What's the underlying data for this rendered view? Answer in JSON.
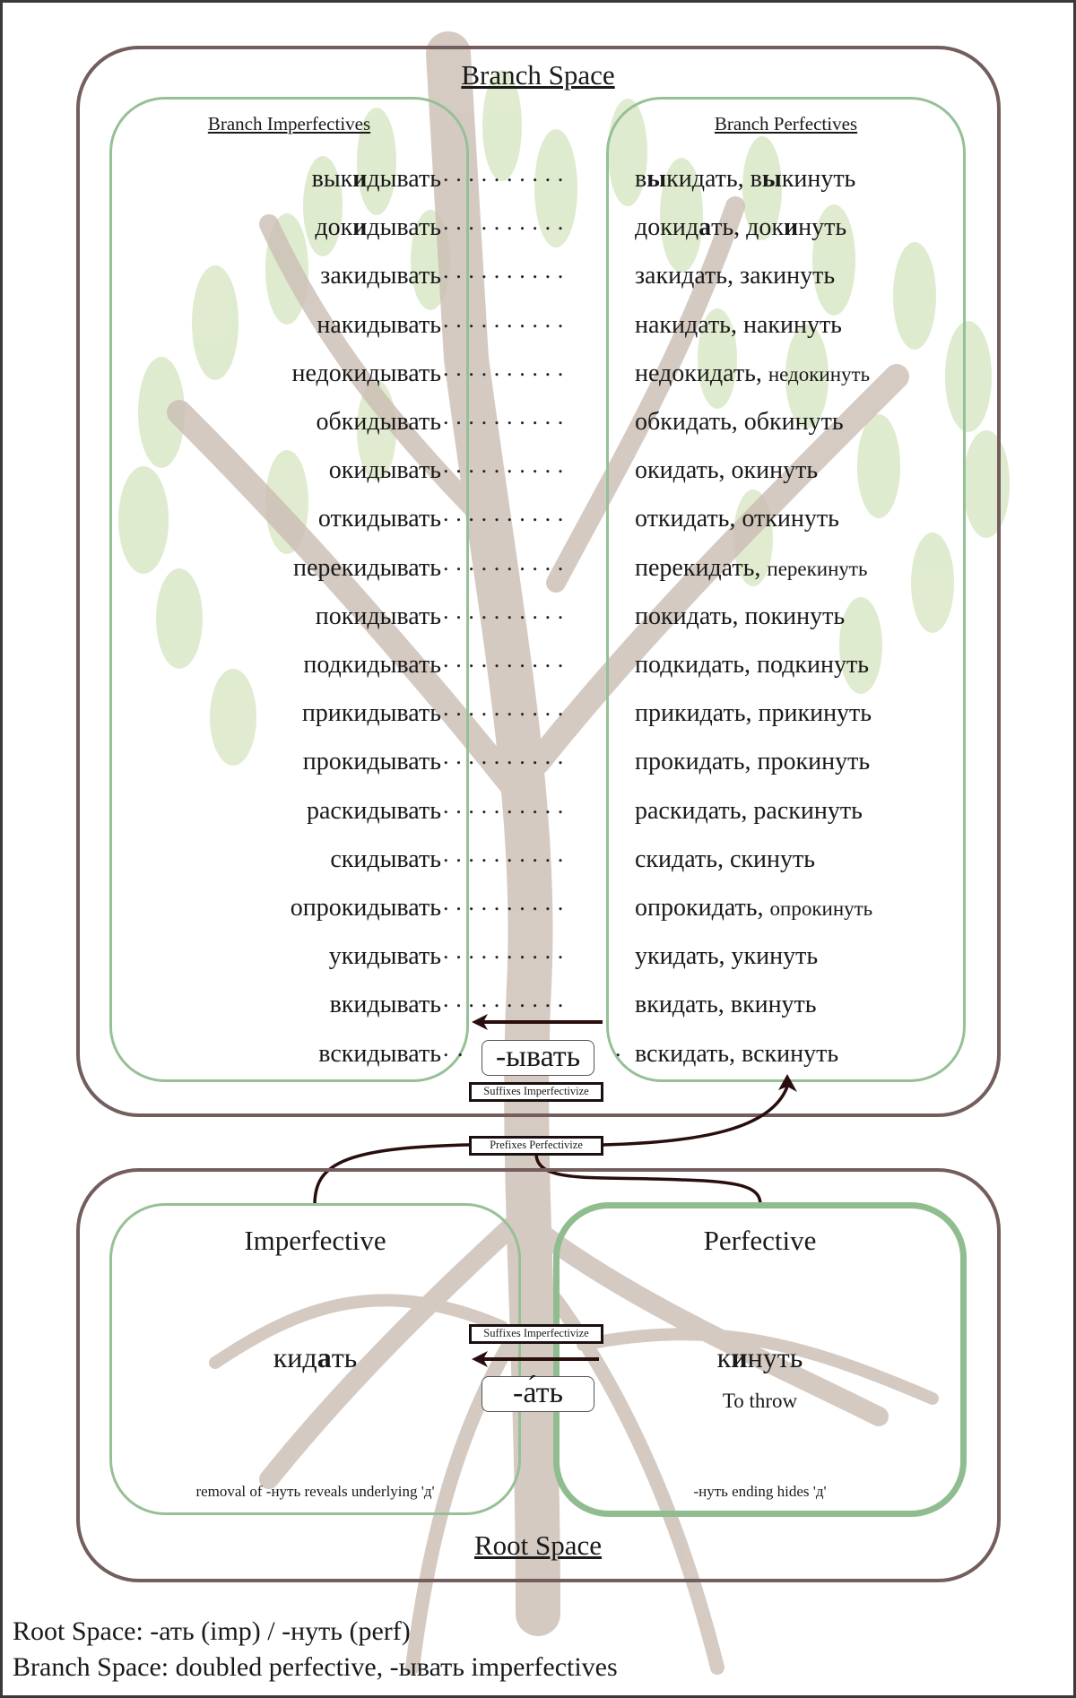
{
  "branch_space": {
    "title": "Branch Space",
    "imperfectives_title": "Branch Imperfectives",
    "perfectives_title": "Branch Perfectives",
    "rows": [
      {
        "imp_pre": "вык",
        "imp_bold": "и",
        "imp_post": "дывать",
        "perf_html": "в<b>ы</b>кидать, в<b>ы</b>кинуть"
      },
      {
        "imp_pre": "док",
        "imp_bold": "и",
        "imp_post": "дывать",
        "perf_html": "докид<b>а</b>ть, док<b>и</b>нуть"
      },
      {
        "imp": "закидывать",
        "perf": "закидать, закинуть"
      },
      {
        "imp": "накидывать",
        "perf": "накидать, накинуть"
      },
      {
        "imp": "недокидывать",
        "perf": "недокидать,",
        "perf_small": "недокинуть"
      },
      {
        "imp": "обкидывать",
        "perf": "обкидать, обкинуть"
      },
      {
        "imp": "окидывать",
        "perf": "окидать, окинуть"
      },
      {
        "imp": "откидывать",
        "perf": "откидать, откинуть"
      },
      {
        "imp": "перекидывать",
        "perf": "перекидать,",
        "perf_small": "перекинуть"
      },
      {
        "imp": "покидывать",
        "perf": "покидать, покинуть"
      },
      {
        "imp": "подкидывать",
        "perf": "подкидать, подкинуть"
      },
      {
        "imp": "прикидывать",
        "perf": "прикидать, прикинуть"
      },
      {
        "imp": "прокидывать",
        "perf": "прокидать, прокинуть"
      },
      {
        "imp": "раскидывать",
        "perf": "раскидать, раскинуть"
      },
      {
        "imp": "скидывать",
        "perf": "скидать, скинуть"
      },
      {
        "imp": "опрокидывать",
        "perf": "опрокидать,",
        "perf_small": "опрокинуть"
      },
      {
        "imp": "укидывать",
        "perf": "укидать, укинуть"
      },
      {
        "imp": "вкидывать",
        "perf": "вкидать, вкинуть"
      },
      {
        "imp": "вскидывать",
        "perf": "вскидать, вскинуть"
      }
    ],
    "dots": "..........",
    "suffix": "-ывать",
    "suffix_label": "Suffixes Imperfectivize"
  },
  "connector": {
    "label": "Prefixes Perfectivize"
  },
  "root_space": {
    "title": "Root Space",
    "imperfective": {
      "title": "Imperfective",
      "word_pre": "кид",
      "word_bold": "а",
      "word_post": "ть",
      "note": "removal of -нуть reveals underlying 'д'"
    },
    "perfective": {
      "title": "Perfective",
      "word_pre": "к",
      "word_bold": "и",
      "word_post": "нуть",
      "translation": "To throw",
      "note": "-нуть ending hides 'д'"
    },
    "suffix": "-а́ть",
    "suffix_label": "Suffixes Imperfectivize"
  },
  "legend": {
    "line1": "Root Space: -ать (imp) / -нуть (perf)",
    "line2": "Branch Space: doubled perfective, -ывать imperfectives"
  },
  "colors": {
    "outer_border": "#735d5d",
    "green_border": "#96c096",
    "arrow": "#2a0d0d",
    "tree_trunk": "#c9bcb2",
    "leaf": "#c8dcae"
  }
}
